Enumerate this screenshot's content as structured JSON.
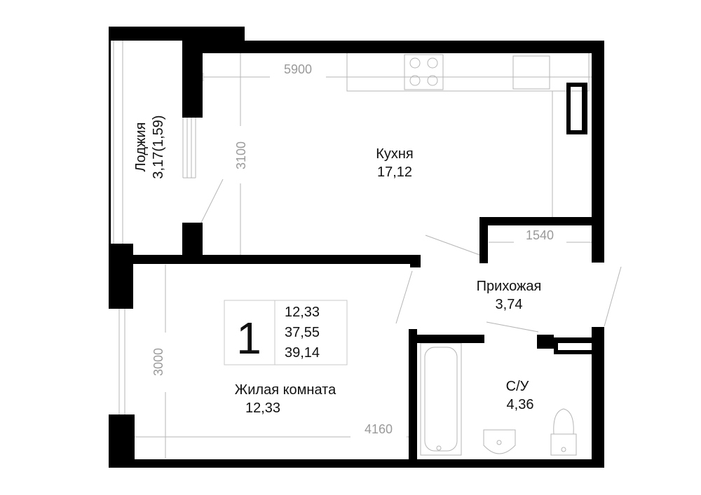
{
  "rooms": {
    "kitchen": {
      "name": "Кухня",
      "area": "17,12"
    },
    "loggia": {
      "name": "Лоджия",
      "area": "3,17(1,59)"
    },
    "hallway": {
      "name": "Прихожая",
      "area": "3,74"
    },
    "living": {
      "name": "Жилая комната",
      "area": "12,33"
    },
    "bathroom": {
      "name": "С/У",
      "area": "4,36"
    }
  },
  "dimensions": {
    "kitchen_width": "5900",
    "kitchen_depth": "3100",
    "hall_width": "1540",
    "living_depth": "3000",
    "living_width": "4160"
  },
  "badge": {
    "rooms_count": "1",
    "living_area": "12,33",
    "total_area": "37,55",
    "total_with_loggia": "39,14"
  }
}
